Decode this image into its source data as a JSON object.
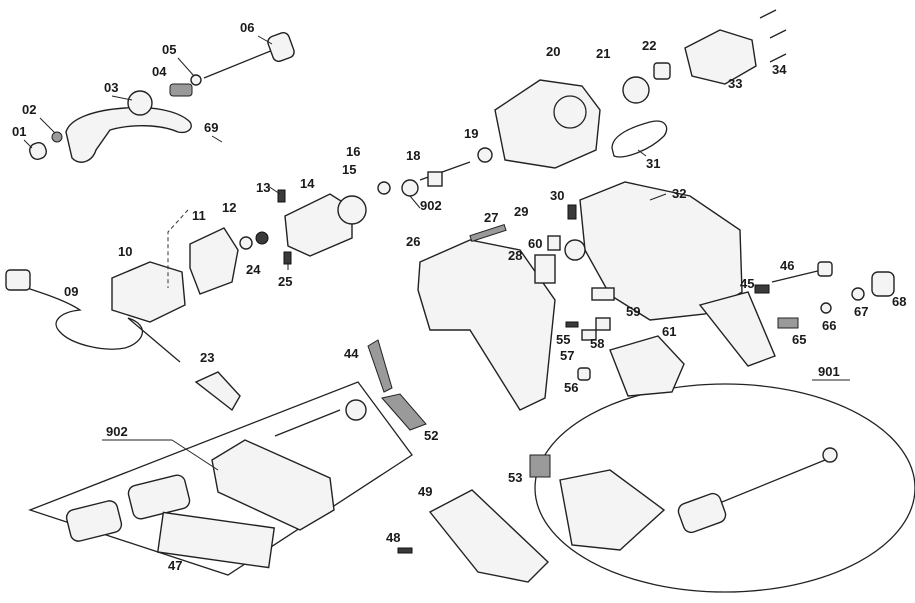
{
  "diagram": {
    "labels": {
      "p01": "01",
      "p02": "02",
      "p03": "03",
      "p04": "04",
      "p05": "05",
      "p06": "06",
      "p09": "09",
      "p10": "10",
      "p11": "11",
      "p12": "12",
      "p13": "13",
      "p14": "14",
      "p15": "15",
      "p16": "16",
      "p18": "18",
      "p19": "19",
      "p20": "20",
      "p21": "21",
      "p22": "22",
      "p23": "23",
      "p24": "24",
      "p25": "25",
      "p26": "26",
      "p27": "27",
      "p28": "28",
      "p29": "29",
      "p30": "30",
      "p31": "31",
      "p32": "32",
      "p33": "33",
      "p34": "34",
      "p44": "44",
      "p45": "45",
      "p46": "46",
      "p47": "47",
      "p48": "48",
      "p49": "49",
      "p52": "52",
      "p53": "53",
      "p55": "55",
      "p56": "56",
      "p57": "57",
      "p58": "58",
      "p59": "59",
      "p60": "60",
      "p61": "61",
      "p65": "65",
      "p66": "66",
      "p67": "67",
      "p68": "68",
      "p69": "69",
      "p901": "901",
      "p902a": "902",
      "p902b": "902"
    }
  }
}
